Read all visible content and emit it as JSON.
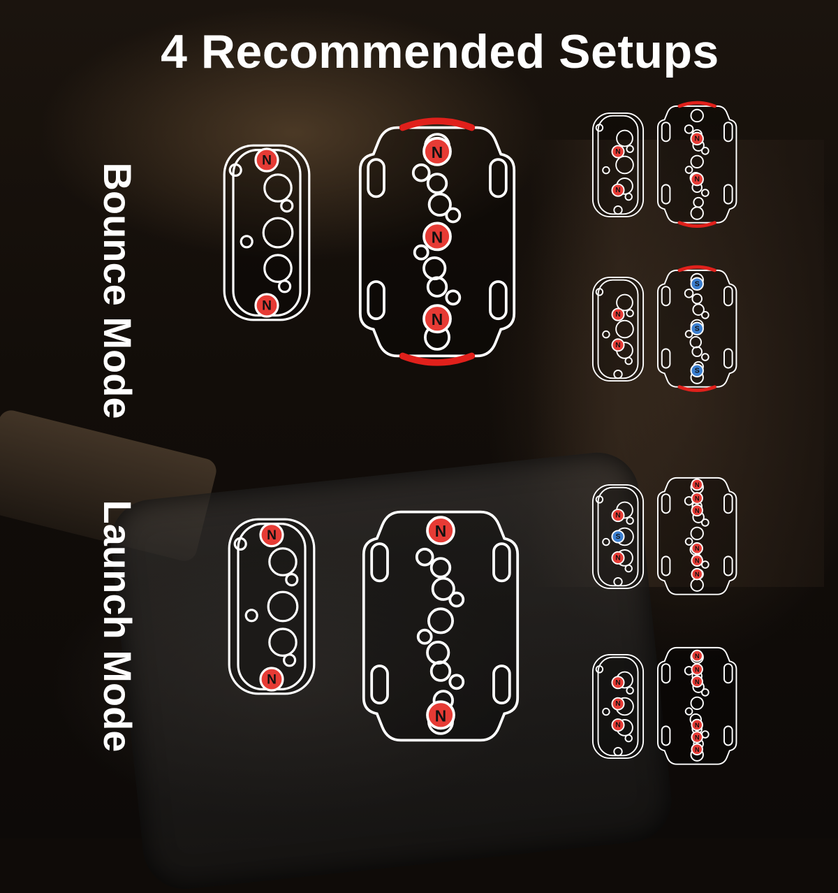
{
  "title": "4 Recommended Setups",
  "modes": {
    "bounce": "Bounce Mode",
    "launch": "Launch Mode"
  },
  "magnets": {
    "north": "N",
    "south": "S"
  },
  "colors": {
    "north_magnet": "#e63b35",
    "south_magnet": "#3b7fd0",
    "accent_red": "#e0201b",
    "outline": "#ffffff"
  }
}
